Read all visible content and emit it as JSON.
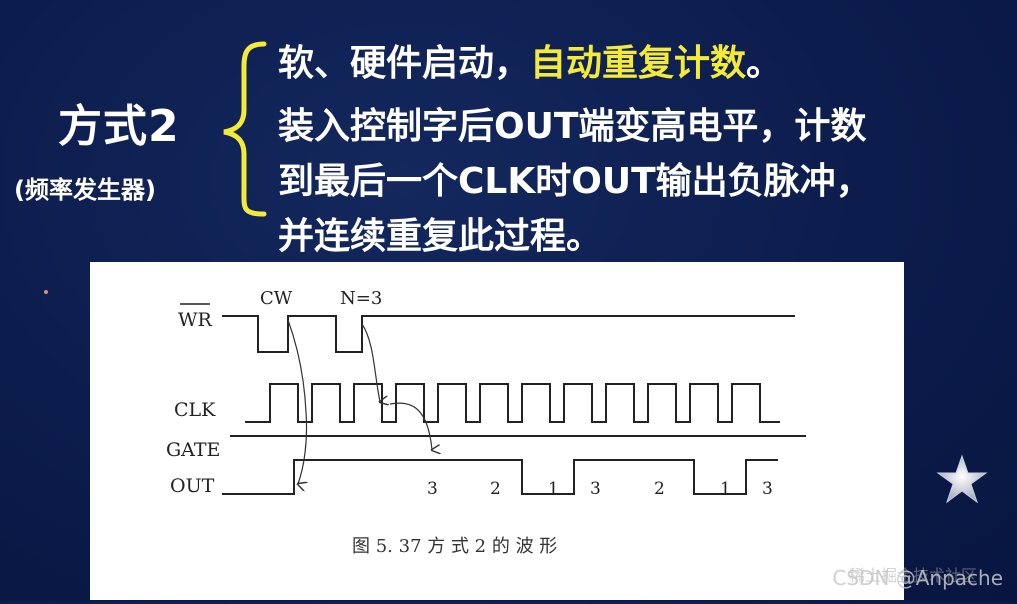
{
  "slide": {
    "mode_title": "方式2",
    "mode_subtitle": "(频率发生器)",
    "line1_part1": "软、硬件启动，",
    "line1_highlight": "自动重复计数",
    "line1_end": "。",
    "line2": "装入控制字后OUT端变高电平，计数",
    "line3": "到最后一个CLK时OUT输出负脉冲，",
    "line4": "并连续重复此过程。"
  },
  "colors": {
    "background": "#0c1c4c",
    "text": "#ffffff",
    "highlight": "#f3ea3a",
    "brace": "#f3ea3a"
  },
  "figure": {
    "signal_wr": "WR",
    "signal_clk": "CLK",
    "signal_gate": "GATE",
    "signal_out": "OUT",
    "label_cw": "CW",
    "label_n": "N=3",
    "counts": [
      "3",
      "2",
      "1",
      "3",
      "2",
      "1",
      "3"
    ],
    "caption": "图 5. 37    方 式 2 的 波 形"
  },
  "watermark": {
    "text": "CSDN @Anpache",
    "text2": "稀土掘金技术社区"
  },
  "icons": {
    "star": "star-icon",
    "brace": "left-brace-icon"
  }
}
